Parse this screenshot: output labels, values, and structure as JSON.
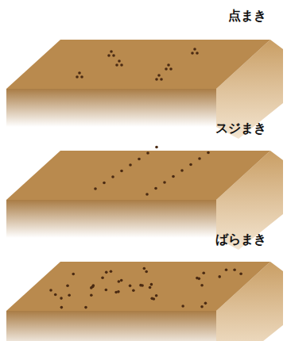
{
  "diagram": {
    "labels": [
      "点まき",
      "スジまき",
      "ばらまき"
    ]
  }
}
